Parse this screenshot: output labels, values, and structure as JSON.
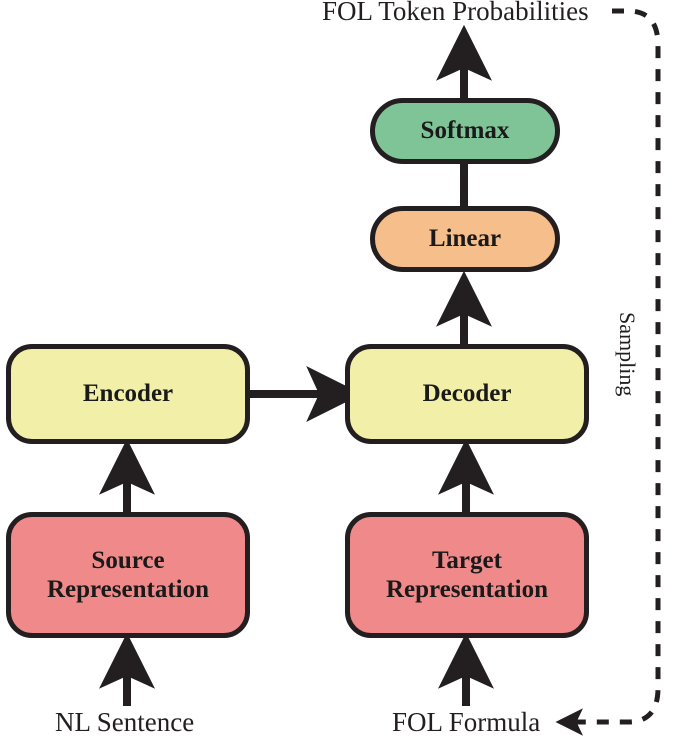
{
  "diagram": {
    "title": "Transformer encoder-decoder with sampling feedback",
    "background_color": "#ffffff",
    "stroke_color": "#231f20"
  },
  "nodes": {
    "softmax": {
      "label": "Softmax",
      "fill": "#7FC497"
    },
    "linear": {
      "label": "Linear",
      "fill": "#F5BE8B"
    },
    "encoder": {
      "label": "Encoder",
      "fill": "#F2EFA8"
    },
    "decoder": {
      "label": "Decoder",
      "fill": "#F2EFA8"
    },
    "source": {
      "label": "Source\nRepresentation",
      "fill": "#F08A8A"
    },
    "target": {
      "label": "Target\nRepresentation",
      "fill": "#F08A8A"
    }
  },
  "labels": {
    "fol_token_probabilities": "FOL Token Probabilities",
    "nl_sentence": "NL Sentence",
    "fol_formula": "FOL Formula",
    "sampling": "Sampling"
  },
  "edges": [
    {
      "name": "nl-sentence-to-source",
      "style": "solid",
      "from": "NL Sentence",
      "to": "Source Representation"
    },
    {
      "name": "source-to-encoder",
      "style": "solid",
      "from": "Source Representation",
      "to": "Encoder"
    },
    {
      "name": "encoder-to-decoder",
      "style": "solid",
      "from": "Encoder",
      "to": "Decoder"
    },
    {
      "name": "fol-formula-to-target",
      "style": "solid",
      "from": "FOL Formula",
      "to": "Target Representation"
    },
    {
      "name": "target-to-decoder",
      "style": "solid",
      "from": "Target Representation",
      "to": "Decoder"
    },
    {
      "name": "decoder-to-linear",
      "style": "solid",
      "from": "Decoder",
      "to": "Linear"
    },
    {
      "name": "linear-to-softmax",
      "style": "solid",
      "from": "Linear",
      "to": "Softmax"
    },
    {
      "name": "softmax-to-probabilities",
      "style": "solid",
      "from": "Softmax",
      "to": "FOL Token Probabilities"
    },
    {
      "name": "sampling-feedback",
      "style": "dashed",
      "from": "FOL Token Probabilities",
      "to": "FOL Formula",
      "label": "Sampling"
    }
  ]
}
